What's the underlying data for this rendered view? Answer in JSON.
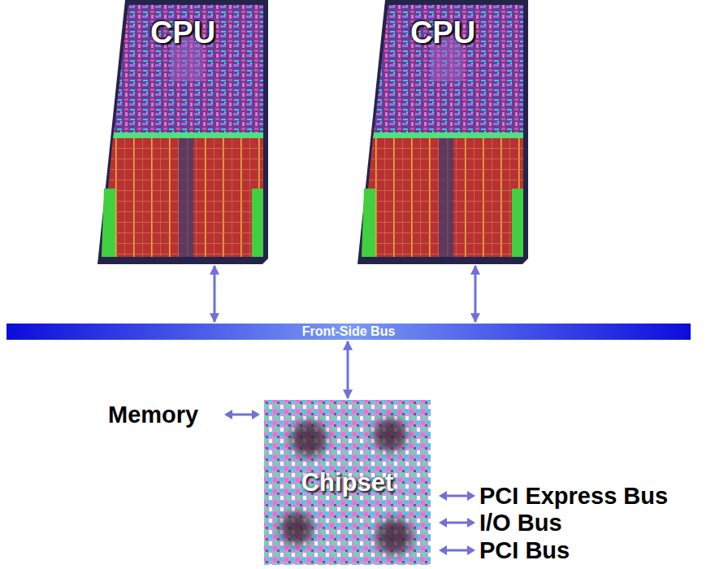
{
  "diagram": {
    "nodes": [
      {
        "text": [
          "CPU"
        ]
      },
      {
        "text": [
          "CPU"
        ]
      },
      {
        "text": [
          "Front-Side Bus"
        ]
      },
      {
        "text": [
          "Chipset"
        ]
      }
    ],
    "edges": [
      {
        "from": 0,
        "to": 2,
        "arrow": "both"
      },
      {
        "from": 1,
        "to": 2,
        "arrow": "both"
      },
      {
        "from": 2,
        "to": 3,
        "arrow": "both"
      }
    ],
    "labels": [
      "Memory",
      "PCI Express Bus",
      "I/O Bus",
      "PCI Bus"
    ]
  }
}
